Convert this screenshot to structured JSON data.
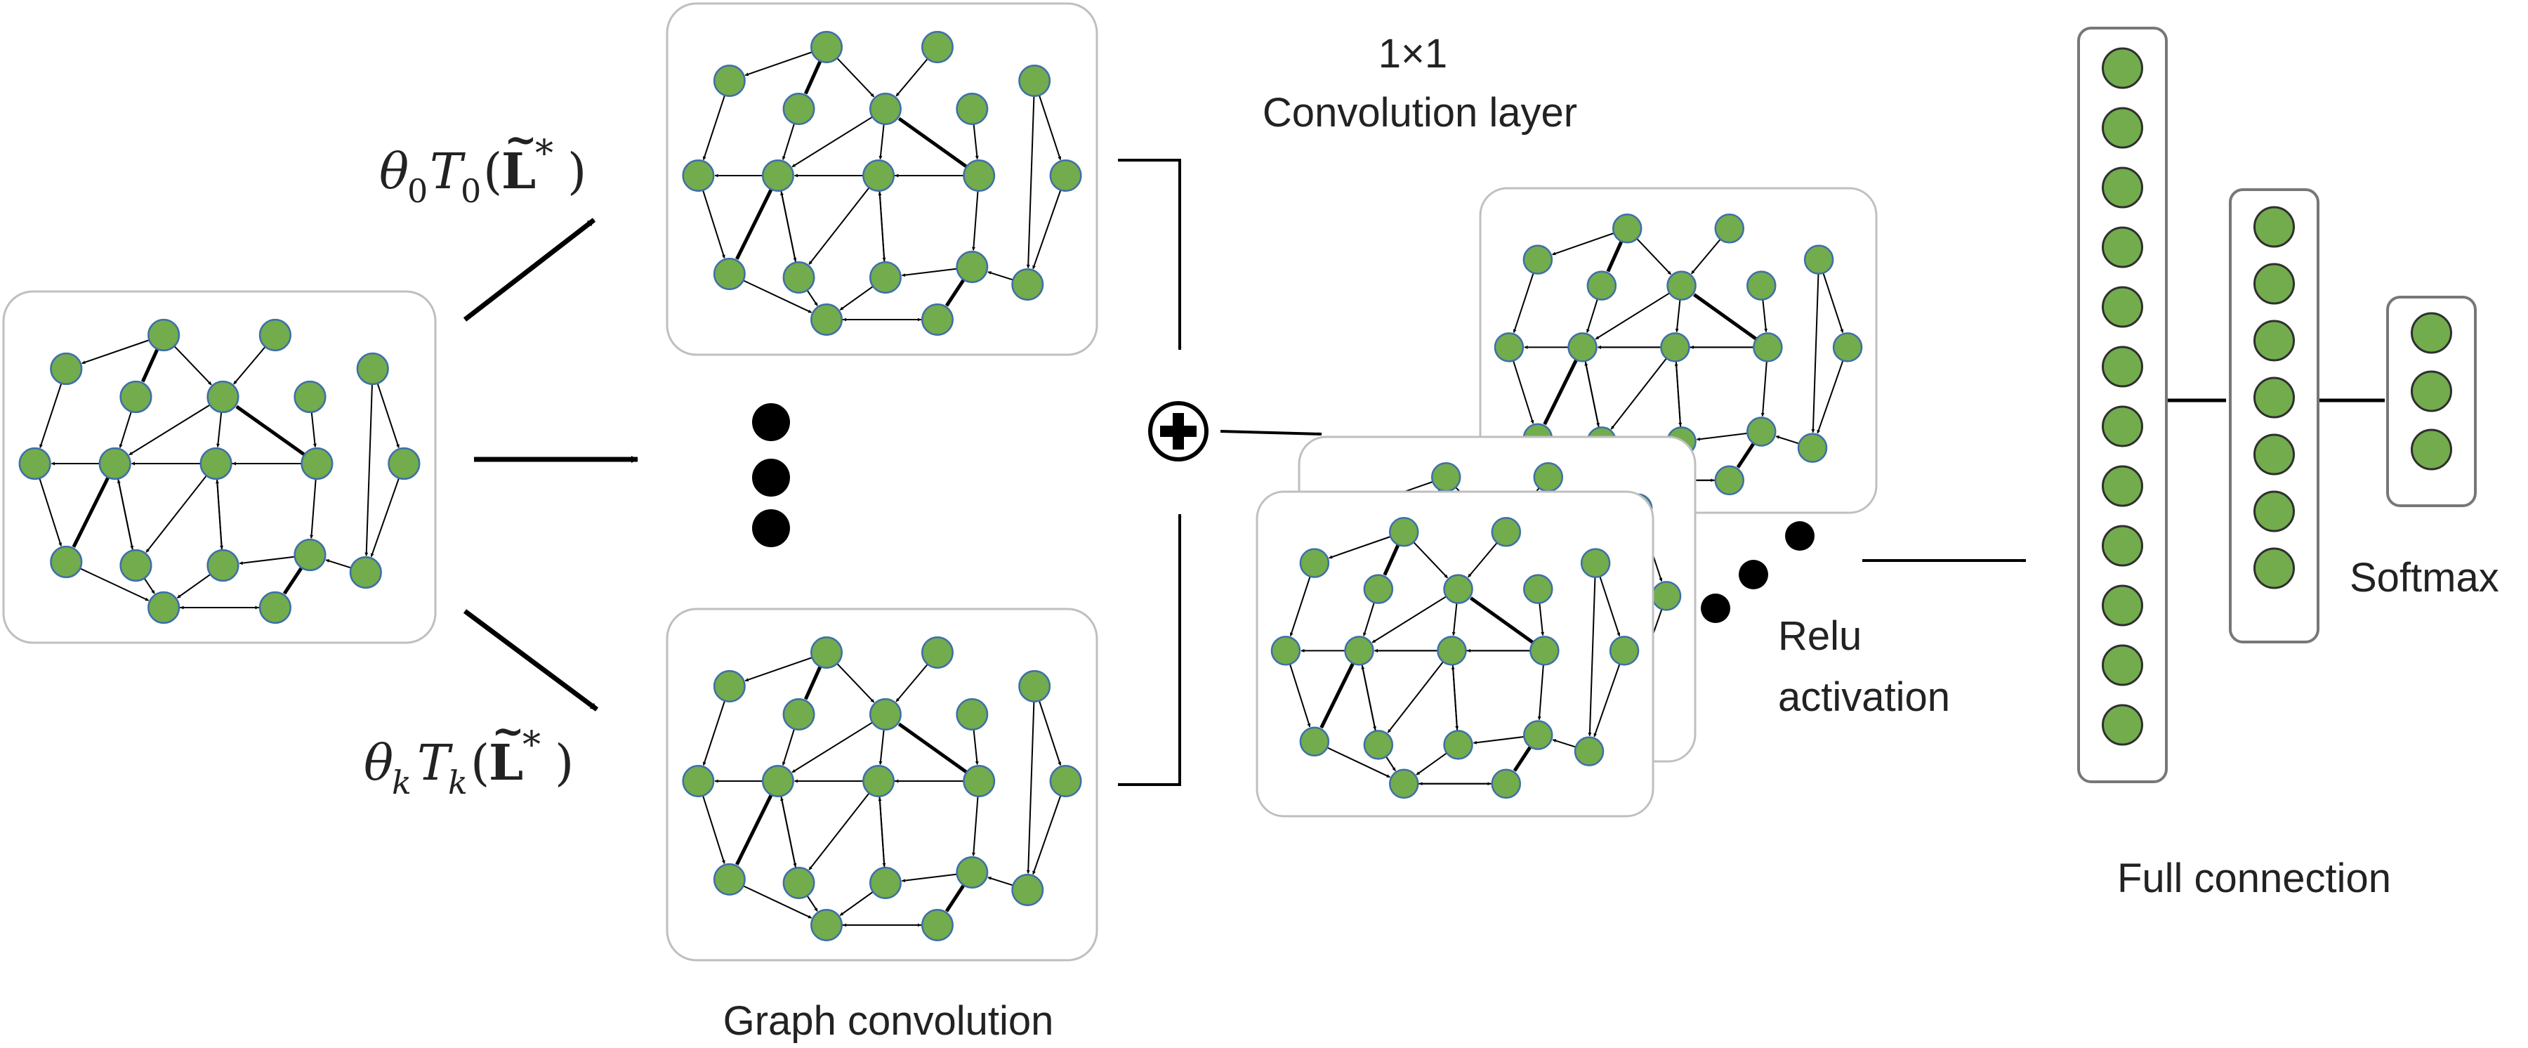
{
  "labels": {
    "theta0": {
      "theta": "θ",
      "sub0": "0",
      "T": "T",
      "sub1": "0",
      "open": "(",
      "L": "L",
      "tilde": "~",
      "star": "*",
      "close": ")"
    },
    "thetak": {
      "theta": "θ",
      "sub0": "k",
      "T": "T",
      "sub1": "k",
      "open": "(",
      "L": "L",
      "tilde": "~",
      "star": "*",
      "close": ")"
    },
    "conv_line1": "1×1",
    "conv_line2": "Convolution layer",
    "relu_line1": "Relu",
    "relu_line2": "activation",
    "graph_convolution": "Graph convolution",
    "full_connection": "Full connection",
    "softmax": "Softmax"
  },
  "colors": {
    "node_fill": "#72ac4d",
    "node_stroke": "#3f6fa8",
    "panel_stroke": "#bfbfbf",
    "arrow": "#000000"
  },
  "fc_layers": [
    {
      "name": "fc-layer-1",
      "nodes": 12
    },
    {
      "name": "fc-layer-2",
      "nodes": 7
    },
    {
      "name": "fc-layer-3",
      "nodes": 3
    }
  ],
  "icons": {
    "sum": "circled-plus-icon",
    "ellipsis_vertical": "vertical-ellipsis-icon",
    "ellipsis_diagonal": "diagonal-ellipsis-icon"
  }
}
